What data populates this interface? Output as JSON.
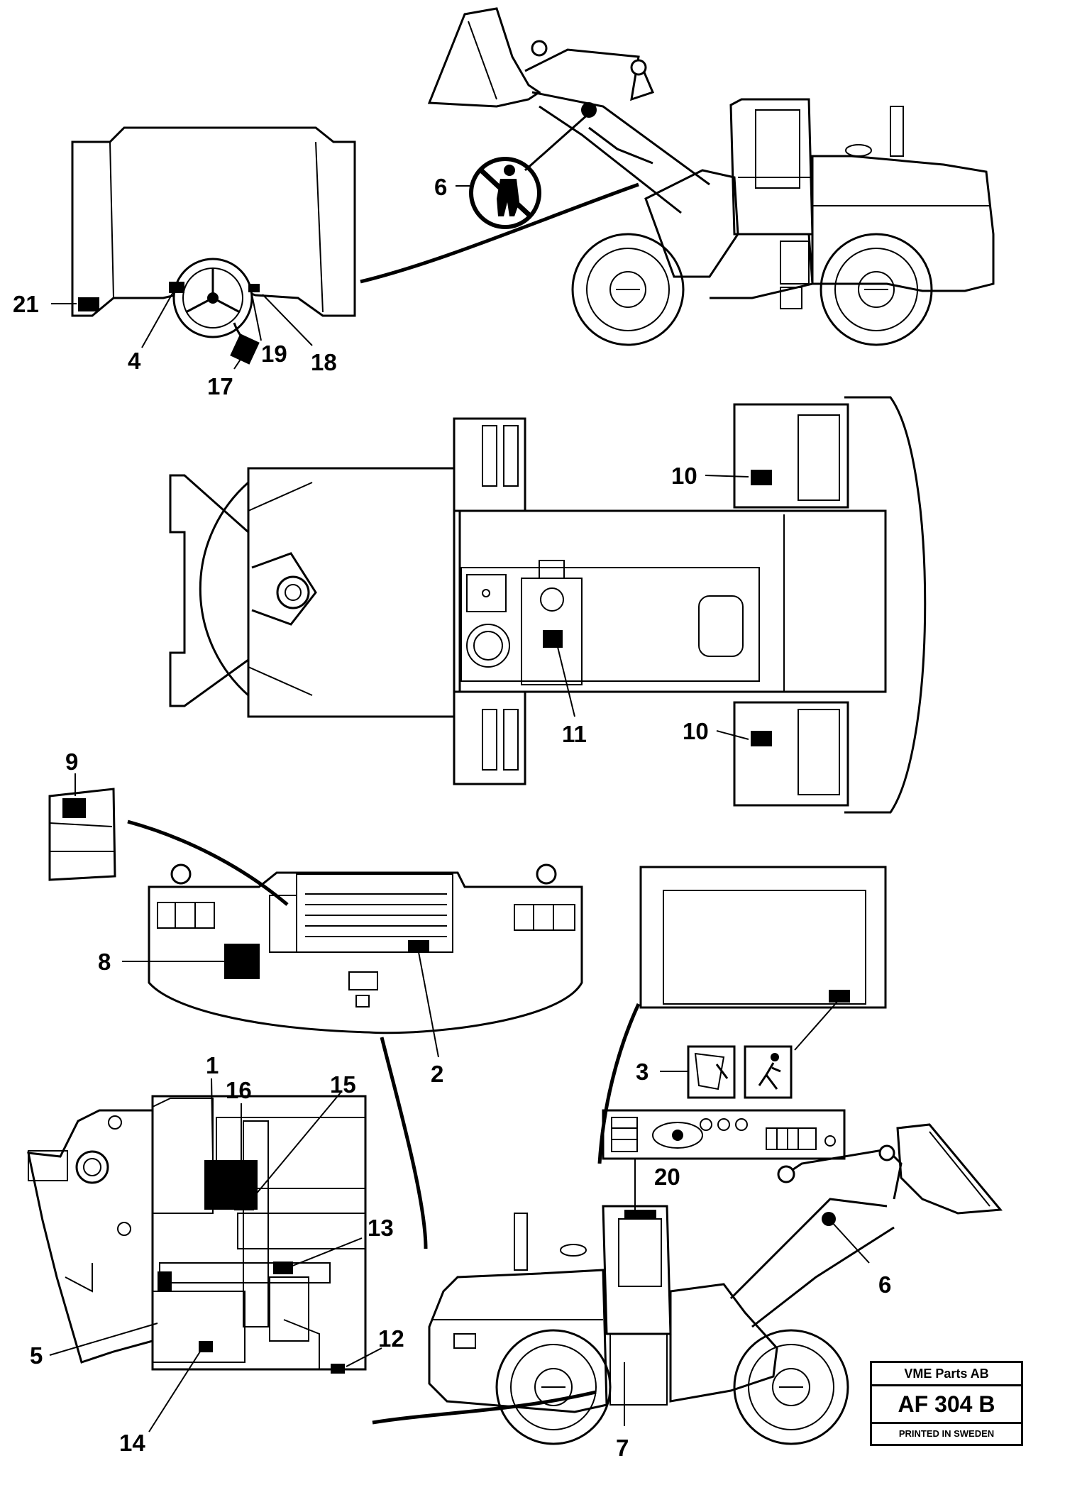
{
  "callouts": {
    "c1": "1",
    "c2": "2",
    "c3": "3",
    "c4": "4",
    "c5": "5",
    "c6a": "6",
    "c6b": "6",
    "c7": "7",
    "c8": "8",
    "c9": "9",
    "c10a": "10",
    "c10b": "10",
    "c11": "11",
    "c12": "12",
    "c13": "13",
    "c14": "14",
    "c15": "15",
    "c16": "16",
    "c17": "17",
    "c18": "18",
    "c19": "19",
    "c20": "20",
    "c21": "21"
  },
  "title_block": {
    "company": "VME Parts AB",
    "code": "AF 304 B",
    "printed": "PRINTED IN SWEDEN"
  },
  "icons": {
    "no_standing": "no-standing-under-arm-icon",
    "emergency_exit": "emergency-exit-icon",
    "window_break": "break-window-icon"
  }
}
